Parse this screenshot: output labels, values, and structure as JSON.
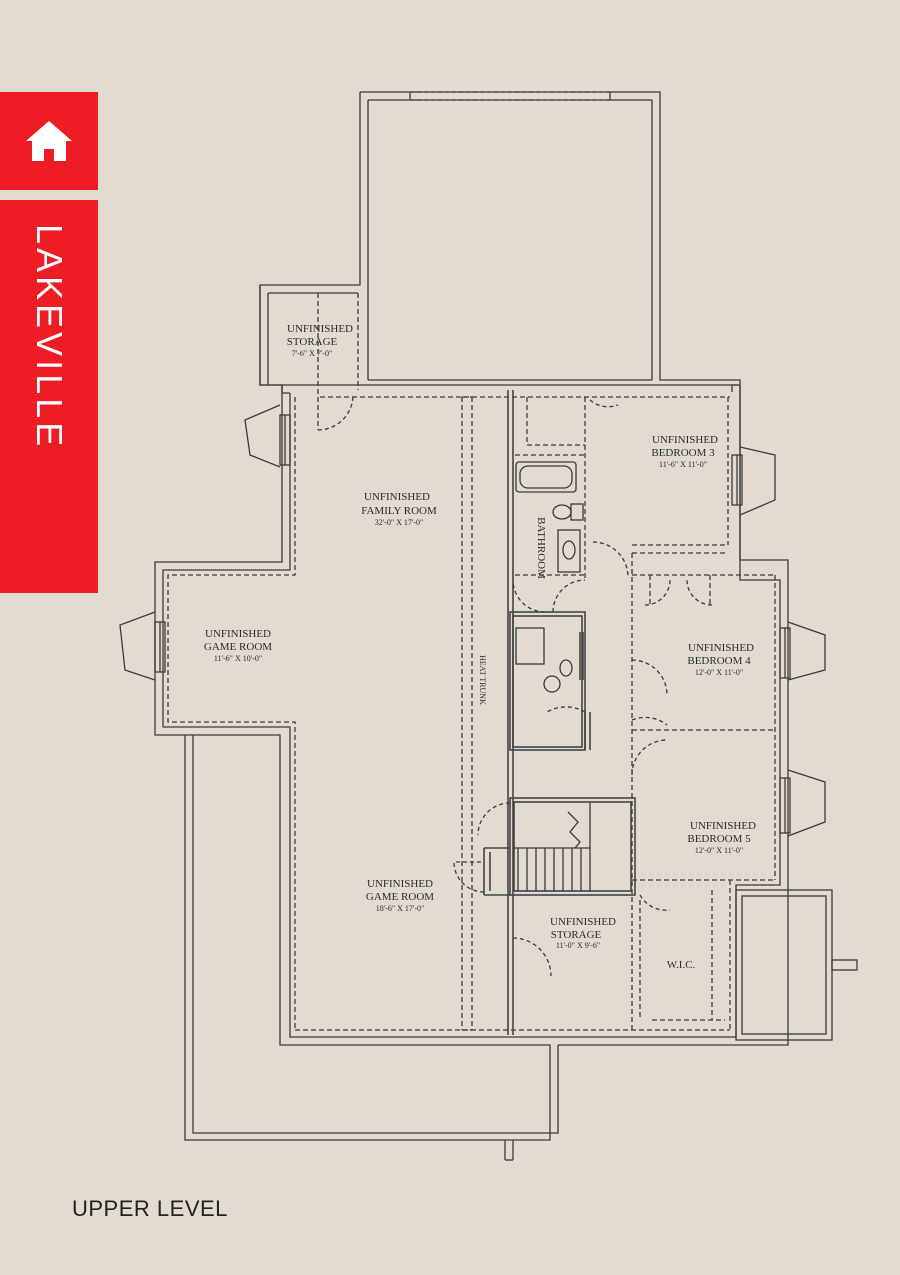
{
  "brand": {
    "model_name": "LAKEVILLE",
    "home_icon": "home-icon",
    "accent_color": "#ee1c25",
    "background_color": "#e3dbd1"
  },
  "footer": {
    "level_label": "UPPER LEVEL"
  },
  "rooms": {
    "storage_top": {
      "line1": "UNFINISHED",
      "line2": "STORAGE",
      "dims": "7'-6\" X 7'-0\""
    },
    "family_room": {
      "line1": "UNFINISHED",
      "line2": "FAMILY ROOM",
      "dims": "32'-0\" X 17'-0\""
    },
    "game_room_left": {
      "line1": "UNFINISHED",
      "line2": "GAME ROOM",
      "dims": "11'-6\" X 10'-0\""
    },
    "game_room_bottom": {
      "line1": "UNFINISHED",
      "line2": "GAME ROOM",
      "dims": "18'-6\" X 17'-0\""
    },
    "bedroom3": {
      "line1": "UNFINISHED",
      "line2": "BEDROOM 3",
      "dims": "11'-6\" X 11'-0\""
    },
    "bedroom4": {
      "line1": "UNFINISHED",
      "line2": "BEDROOM 4",
      "dims": "12'-0\" X 11'-0\""
    },
    "bedroom5": {
      "line1": "UNFINISHED",
      "line2": "BEDROOM 5",
      "dims": "12'-0\" X 11'-0\""
    },
    "storage_bottom": {
      "line1": "UNFINISHED",
      "line2": "STORAGE",
      "dims": "11'-0\" X 9'-6\""
    },
    "bathroom": {
      "label": "BATHROOM"
    },
    "heat_trunk": {
      "label": "HEAT TRUNK"
    },
    "wic": {
      "label": "W.I.C."
    }
  }
}
